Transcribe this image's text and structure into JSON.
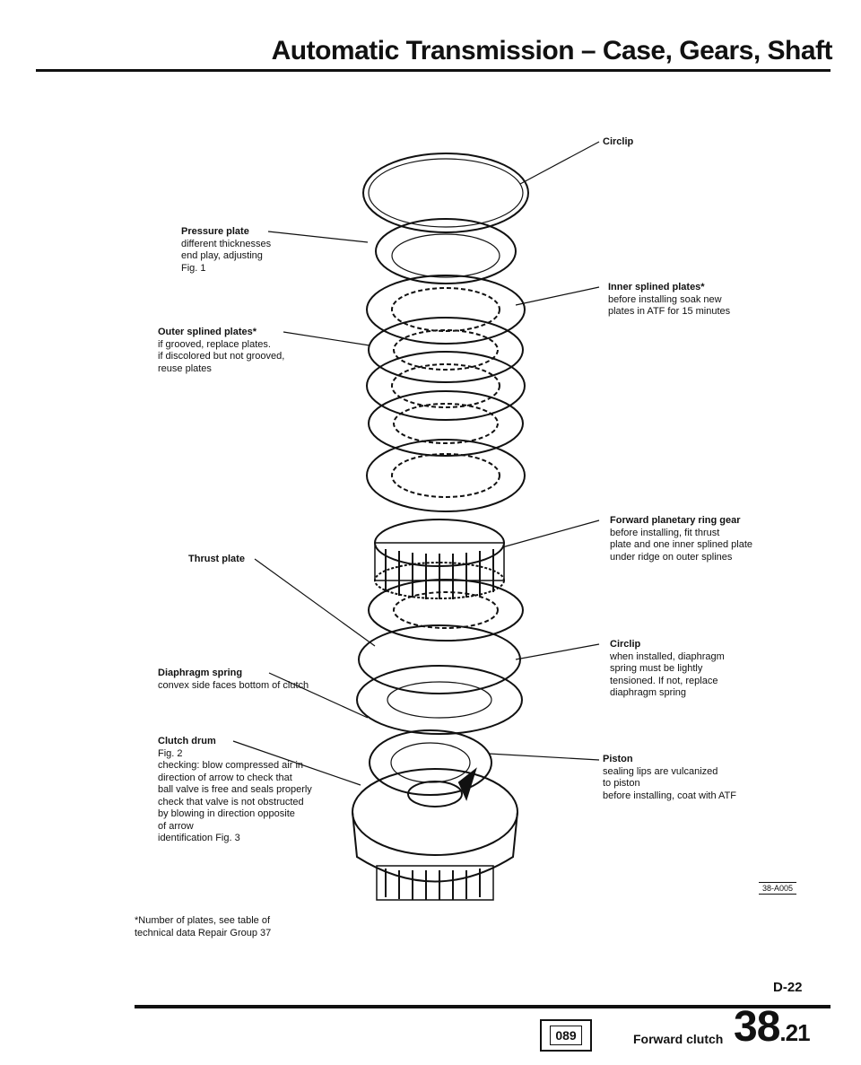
{
  "header": {
    "title": "Automatic Transmission – Case, Gears, Shaft"
  },
  "labels": {
    "circlip_top": {
      "title": "Circlip",
      "desc": ""
    },
    "pressure_plate": {
      "title": "Pressure plate",
      "desc": "different thicknesses\nend play, adjusting\nFig. 1"
    },
    "inner_splined": {
      "title": "Inner splined plates*",
      "desc": "before installing soak new\nplates in ATF for 15 minutes"
    },
    "outer_splined": {
      "title": "Outer splined plates*",
      "desc": "if grooved, replace plates.\nif discolored but not grooved,\nreuse plates"
    },
    "forward_ring_gear": {
      "title": "Forward planetary ring gear",
      "desc": "before installing, fit thrust\nplate and one inner splined plate\nunder ridge on outer splines"
    },
    "thrust_plate": {
      "title": "Thrust plate",
      "desc": ""
    },
    "circlip_lower": {
      "title": "Circlip",
      "desc": "when installed, diaphragm\nspring must be lightly\ntensioned. If not, replace\ndiaphragm spring"
    },
    "diaphragm_spring": {
      "title": "Diaphragm spring",
      "desc": "convex side faces bottom of clutch"
    },
    "piston": {
      "title": "Piston",
      "desc": "sealing lips are vulcanized\nto piston\nbefore installing, coat with ATF"
    },
    "clutch_drum": {
      "title": "Clutch drum",
      "desc": "Fig. 2\nchecking: blow compressed air in\ndirection of arrow to check that\nball valve is free and seals properly\ncheck that valve is not obstructed\nby blowing in direction opposite\nof arrow\nidentification Fig. 3"
    }
  },
  "figure_id": "38-A005",
  "footnote": "*Number of plates, see table of\ntechnical data Repair Group 37",
  "footer": {
    "page_code": "D-22",
    "model_code": "089",
    "section": "Forward clutch",
    "page_main": "38",
    "page_sub": ".21"
  }
}
